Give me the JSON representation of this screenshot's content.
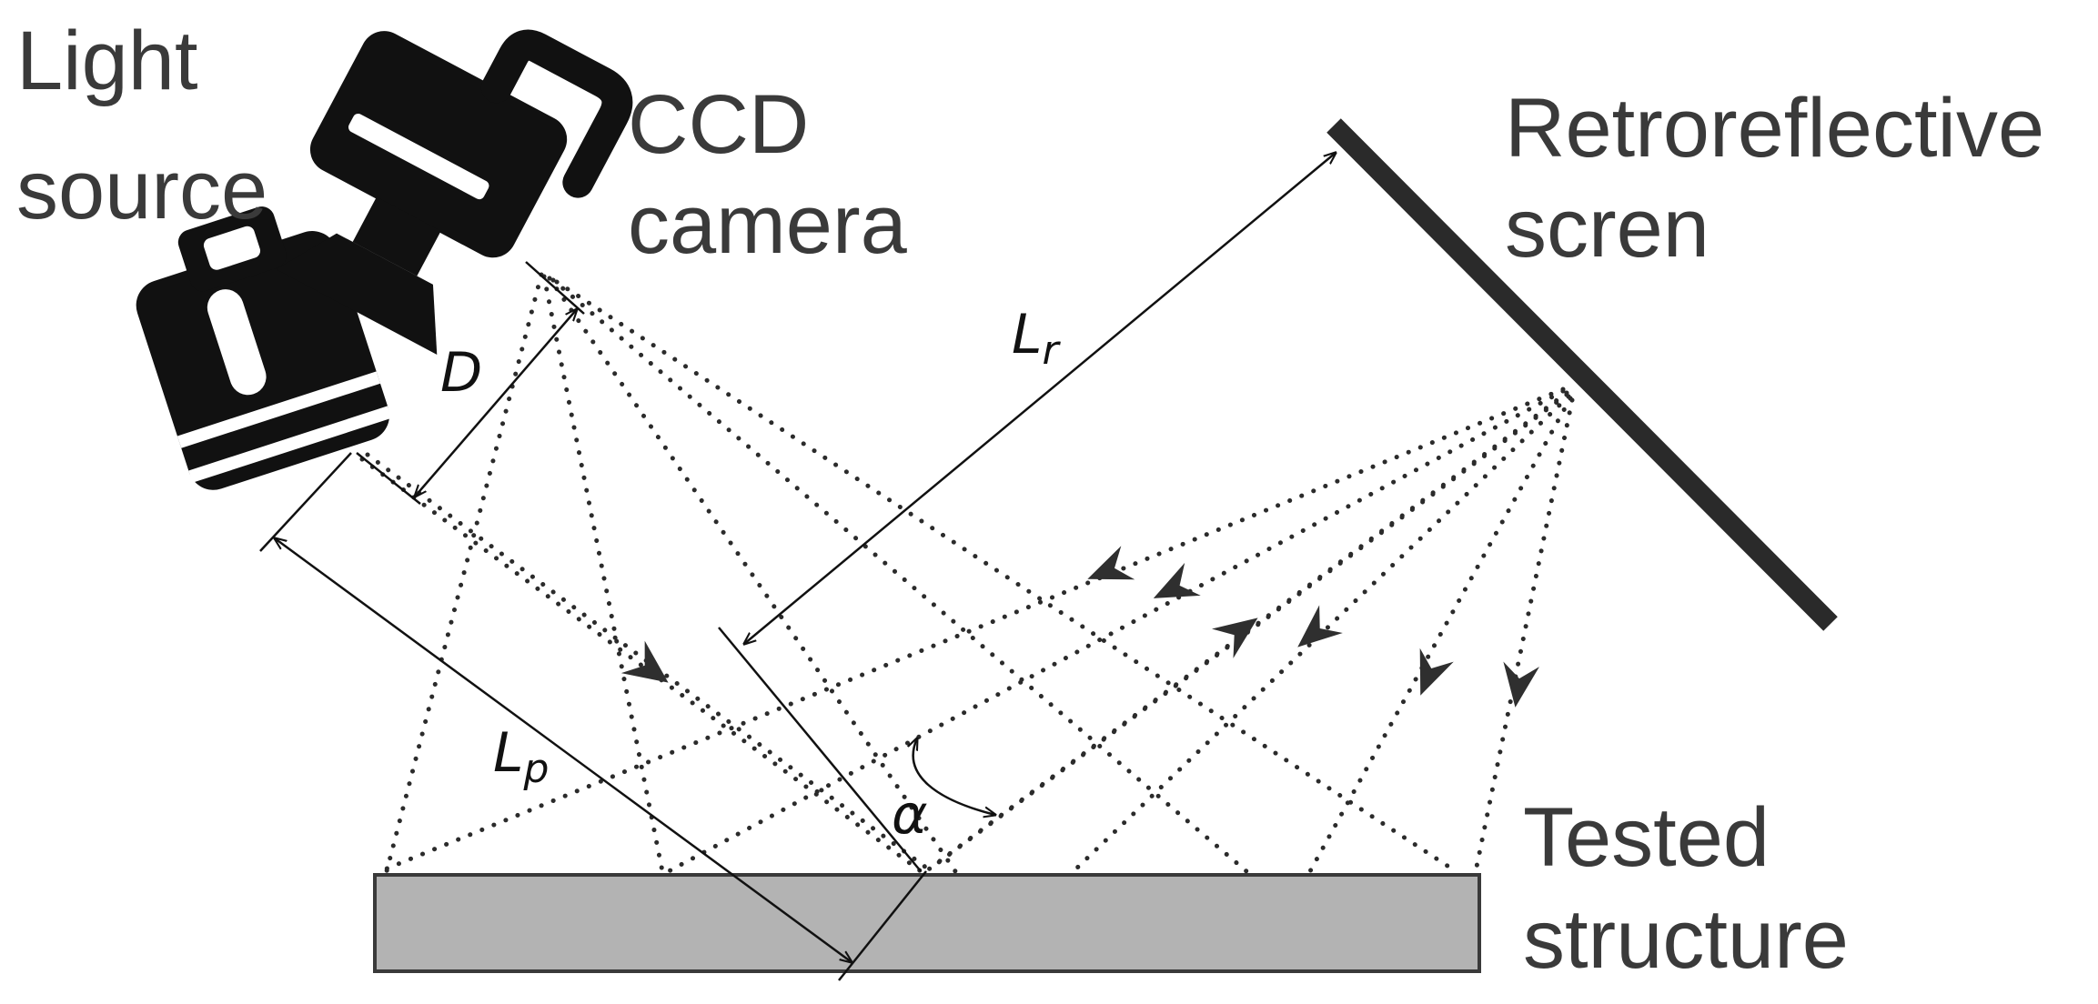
{
  "labels": {
    "light_source_line1": "Light",
    "light_source_line2": "source",
    "camera_line1": "CCD",
    "camera_line2": "camera",
    "screen_line1": "Retroreflective",
    "screen_line2": "scren",
    "structure_line1": "Tested",
    "structure_line2": "structure"
  },
  "symbols": {
    "camera_distance": "D",
    "screen_distance_main": "L",
    "screen_distance_sub": "r",
    "projector_distance_main": "L",
    "projector_distance_sub": "p",
    "angle": "α"
  },
  "colors": {
    "structure_fill": "#b3b3b3",
    "ink": "#111111",
    "screen": "#2a2a2a"
  }
}
